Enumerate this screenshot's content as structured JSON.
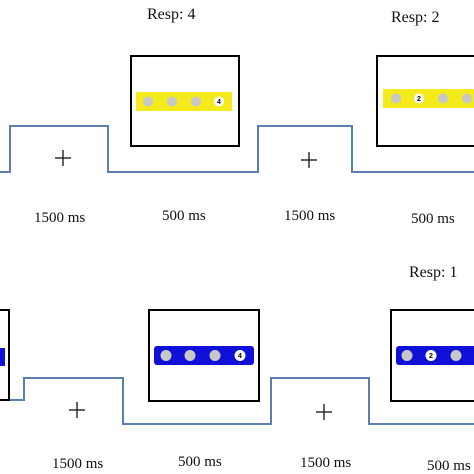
{
  "colors": {
    "yellow_bar": "#f4ea1c",
    "blue_bar": "#1010d8",
    "wave_line": "#5b7fae",
    "inactive_dot": "#c8c8c8",
    "target_dot": "#ffffff"
  },
  "rows": [
    {
      "responses": [
        "Resp: 4",
        "Resp: 2"
      ],
      "durations": [
        "1500 ms",
        "500 ms",
        "1500 ms",
        "500 ms"
      ],
      "stimuli": [
        {
          "bar_color": "yellow",
          "target_number": "4"
        },
        {
          "bar_color": "yellow",
          "target_number": "2"
        }
      ]
    },
    {
      "responses": [
        "Resp: 1"
      ],
      "durations": [
        "1500 ms",
        "500 ms",
        "1500 ms",
        "500 ms"
      ],
      "stimuli": [
        {
          "bar_color": "blue",
          "target_number": "4"
        },
        {
          "bar_color": "blue",
          "target_number": "2"
        }
      ]
    }
  ]
}
